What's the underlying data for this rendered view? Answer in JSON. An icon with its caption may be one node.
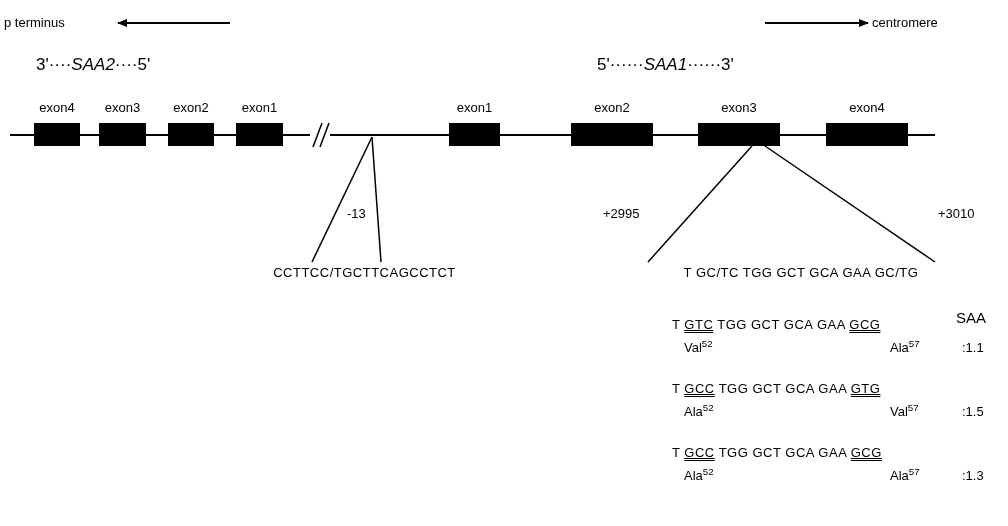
{
  "diagram": {
    "nodes": [
      {
        "text": [
          "exon4"
        ]
      },
      {
        "text": [
          "exon3"
        ]
      },
      {
        "text": [
          "exon2"
        ]
      },
      {
        "text": [
          "exon1"
        ]
      },
      {
        "text": [
          "exon1"
        ]
      },
      {
        "text": [
          "exon2"
        ]
      },
      {
        "text": [
          "exon3"
        ]
      },
      {
        "text": [
          "exon4"
        ]
      },
      {
        "text": [
          "CCTTCC/TGCTTCAGCCTCT"
        ]
      },
      {
        "text": [
          "T GC/TC TGG GCT GCA GAA GC/TG"
        ]
      }
    ],
    "edges": [
      {
        "from": null,
        "to": 8,
        "arrow": "none"
      },
      {
        "from": null,
        "to": 8,
        "arrow": "none"
      },
      {
        "from": 6,
        "to": 9,
        "arrow": "none"
      },
      {
        "from": 6,
        "to": 9,
        "arrow": "none"
      }
    ],
    "labels": [
      "p terminus",
      "centromere",
      "3'····*SAA2*····5'",
      "5'······*SAA1*······3'",
      "-13",
      "+2995",
      "+3010",
      "SAA",
      "T GTC TGG GCT GCA GAA GCG",
      "Val$^{52}$",
      "Ala$^{57}$",
      ":1.1",
      "T GCC TGG GCT GCA GAA GTG",
      "Ala$^{52}$",
      "Val$^{57}$",
      ":1.5",
      "T GCC TGG GCT GCA GAA GCG",
      "Ala$^{52}$",
      "Ala$^{57}$",
      ":1.3"
    ]
  }
}
